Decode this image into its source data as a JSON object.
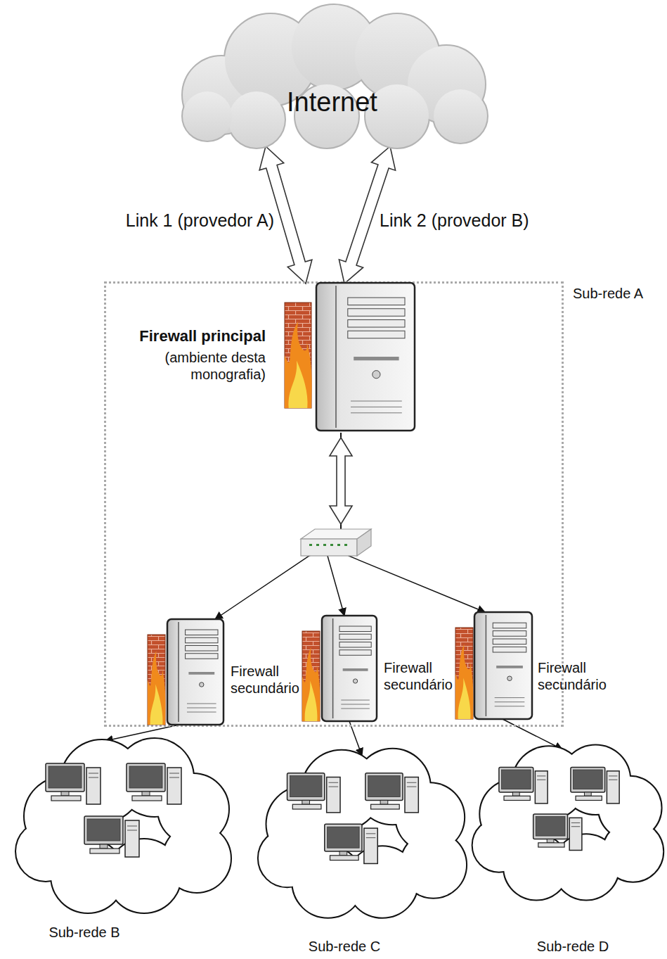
{
  "diagram": {
    "nodes": [
      {
        "text": [
          "Internet"
        ]
      },
      {
        "text": [
          "Sub-rede A"
        ]
      },
      {
        "text": [
          "Firewall principal",
          "(ambiente desta monografia)"
        ],
        "in": 1
      },
      {
        "text": [
          "Firewall secundário"
        ],
        "in": 1
      },
      {
        "text": [
          "Firewall secundário"
        ],
        "in": 1
      },
      {
        "text": [
          "Firewall secundário"
        ],
        "in": 1
      },
      {
        "text": [
          "Sub-rede B"
        ]
      },
      {
        "text": [
          "Sub-rede C"
        ]
      },
      {
        "text": [
          "Sub-rede D"
        ]
      }
    ],
    "edges": [
      {
        "from": 0,
        "to": 2,
        "arrow": "both",
        "label": "Link 1 (provedor A)"
      },
      {
        "from": 0,
        "to": 2,
        "arrow": "both",
        "label": "Link 2 (provedor B)"
      },
      {
        "from": 2,
        "to": 3,
        "arrow": "to"
      },
      {
        "from": 2,
        "to": 4,
        "arrow": "to"
      },
      {
        "from": 2,
        "to": 5,
        "arrow": "to"
      },
      {
        "from": 3,
        "to": 6,
        "arrow": "to"
      },
      {
        "from": 4,
        "to": 7,
        "arrow": "to"
      },
      {
        "from": 5,
        "to": 8,
        "arrow": "to"
      }
    ]
  }
}
